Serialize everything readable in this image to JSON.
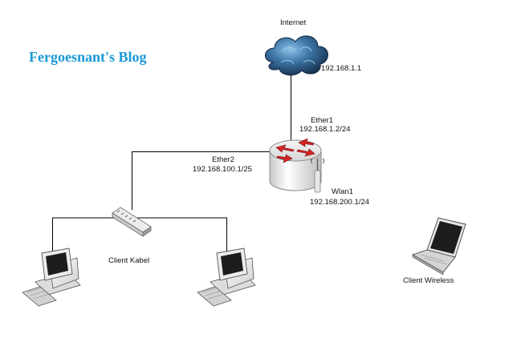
{
  "blog_title": "Fergoesnant's Blog",
  "nodes": {
    "internet": {
      "label": "Internet",
      "ip": "192.168.1.1",
      "icon": "cloud-icon"
    },
    "router": {
      "icon": "router-icon",
      "ether1": {
        "name": "Ether1",
        "ip": "192.168.1.2/24"
      },
      "ether2": {
        "name": "Ether2",
        "ip": "192.168.100.1/25"
      },
      "wlan1": {
        "name": "Wlan1",
        "ip": "192.168.200.1/24"
      }
    },
    "switch": {
      "icon": "switch-icon"
    },
    "client_kabel": {
      "label": "Client Kabel",
      "icon": "desktop-pc-icon"
    },
    "client_wireless": {
      "label": "Client Wireless",
      "icon": "laptop-icon"
    }
  },
  "colors": {
    "title": "#1a9ad6",
    "wire": "#000000",
    "cloud": "#2e5f88",
    "router_arrows": "#d42424"
  }
}
